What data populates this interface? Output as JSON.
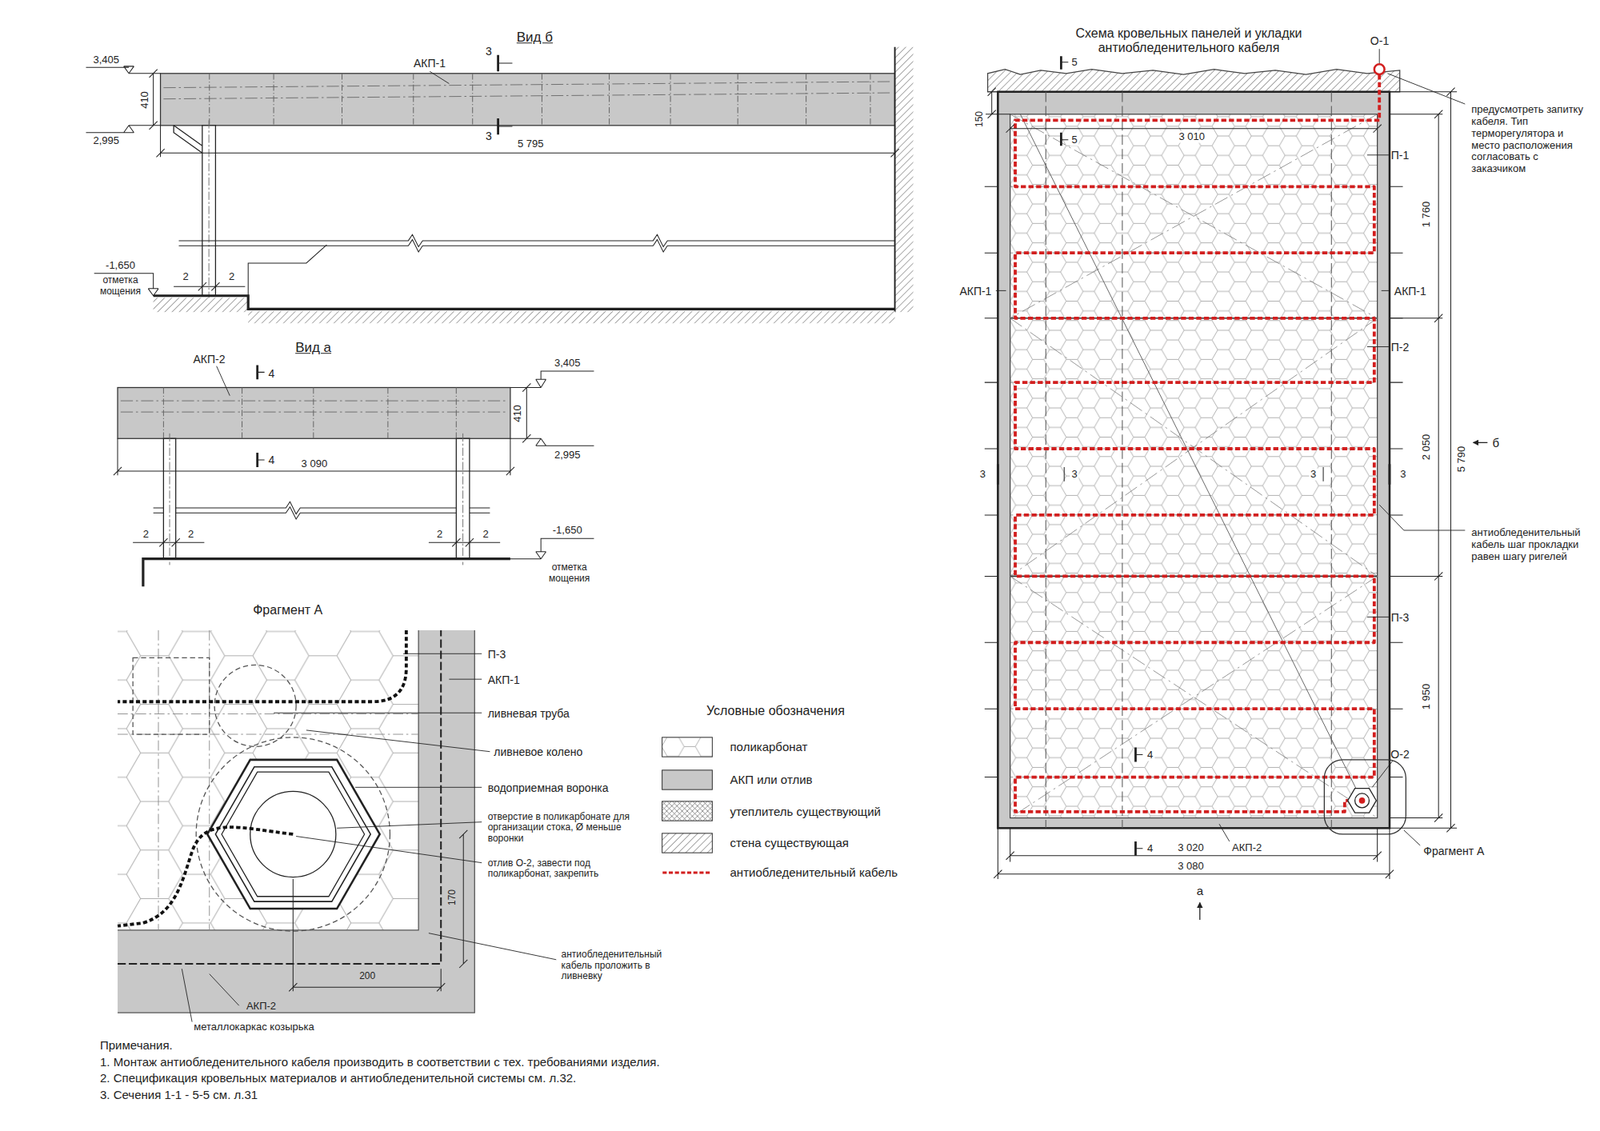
{
  "diagram": {
    "labels": [
      "Вид б",
      "3,405",
      "АКП-1",
      "3",
      "3",
      "410",
      "2,995",
      "5 795",
      "-1,650",
      "отметка мощения",
      "2",
      "2",
      "Вид а",
      "АКП-2",
      "3,405",
      "4",
      "4",
      "410",
      "2,995",
      "3 090",
      "-1,650",
      "отметка мощения",
      "2",
      "2",
      "2",
      "2",
      "Фрагмент А",
      "П-3",
      "АКП-1",
      "ливневая труба",
      "ливневое колено",
      "водоприемная воронка",
      "отверстие в поликарбонате для организации стока, Ø меньше воронки",
      "отлив О-2, завести под поликарбонат, закрепить",
      "170",
      "200",
      "антиобледенительный кабель проложить в ливневку",
      "АКП-2",
      "металлокаркас козырька",
      "Условные обозначения",
      "Примечания.",
      "1. Монтаж антиобледенительного кабеля производить в соответствии с тех. требованиями изделия.",
      "2. Спецификация кровельных материалов и антиобледенительной системы см. л.32.",
      "3. Сечения 1-1 - 5-5 см. л.31",
      "Схема кровельных панелей и укладки антиобледенительного кабеля",
      "О-1",
      "5",
      "5",
      "150",
      "3 010",
      "предусмотреть запитку кабеля. Тип терморегулятора и место расположения согласовать с заказчиком",
      "П-1",
      "1 760",
      "АКП-1",
      "АКП-1",
      "П-2",
      "2 050",
      "5 790",
      "б",
      "3",
      "3",
      "3",
      "3",
      "антиобледенительный кабель шаг прокладки равен шагу ригелей",
      "П-3",
      "1 950",
      "4",
      "4",
      "О-2",
      "3 020",
      "АКП-2",
      "3 080",
      "а",
      "Фрагмент А"
    ],
    "legend": [
      {
        "text": "поликарбонат"
      },
      {
        "text": "АКП или отлив",
        "color": "#c8c8c8"
      },
      {
        "text": "утеплитель существующий"
      },
      {
        "text": "стена существующая"
      },
      {
        "text": "антиобледенительный кабель"
      }
    ]
  }
}
